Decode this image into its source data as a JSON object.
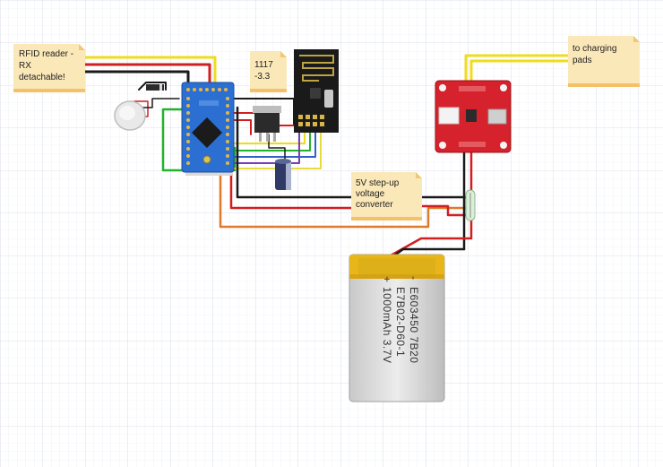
{
  "notes": {
    "rfid": [
      "RFID reader -",
      "RX",
      "detachable!"
    ],
    "regulator": [
      "1117",
      "-3.3"
    ],
    "charging": [
      "to charging",
      "pads"
    ],
    "stepup": [
      "5V step-up",
      "voltage",
      "converter"
    ]
  },
  "battery": {
    "lines": [
      "E603450 7B20",
      "E7B02-D60-1",
      "1000mAh 3.7V"
    ],
    "minus": "-",
    "plus": "+"
  },
  "colors": {
    "background": "#ffffff",
    "grid": "#dfe4ee",
    "note_fill": "#fbe8b8",
    "note_band": "#f5c06a",
    "arduino": "#2a6fd1",
    "charger": "#d5222c",
    "radio": "#1a1a1a",
    "wire_red": "#d11f1f",
    "wire_black": "#1a1a1a",
    "wire_yellow": "#f0dc1e",
    "wire_green": "#22b32a",
    "wire_orange": "#e07a2a",
    "wire_purple": "#7a3fb0",
    "wire_blue": "#2e62c9"
  },
  "components": [
    "arduino-pro-mini",
    "nrf24l01-radio",
    "ldo-regulator-1117",
    "lipo-charger-board",
    "reed-switch",
    "lipo-battery",
    "buzzer",
    "diode",
    "capacitor"
  ]
}
